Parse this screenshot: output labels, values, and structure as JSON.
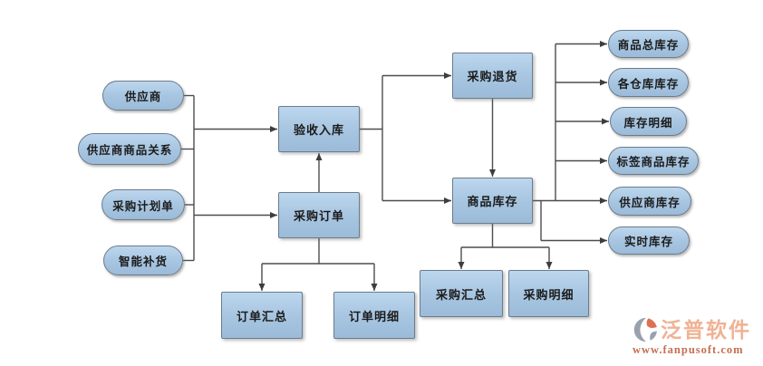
{
  "nodes": {
    "supplier": "供应商",
    "supplier_product_relation": "供应商商品关系",
    "purchase_plan": "采购计划单",
    "smart_replenishment": "智能补货",
    "acceptance_inbound": "验收入库",
    "purchase_order": "采购订单",
    "order_summary": "订单汇总",
    "order_detail": "订单明细",
    "purchase_return": "采购退货",
    "product_inventory": "商品库存",
    "purchase_summary": "采购汇总",
    "purchase_detail": "采购明细",
    "total_product_inventory": "商品总库存",
    "warehouse_inventory": "各仓库库存",
    "inventory_detail": "库存明细",
    "tagged_product_inventory": "标签商品库存",
    "supplier_inventory": "供应商库存",
    "realtime_inventory": "实时库存"
  },
  "logo": {
    "brand": "泛普软件",
    "url": "www.fanpusoft.com"
  },
  "colors": {
    "node_fill_top": "#bcd6ee",
    "node_fill_bottom": "#9bbbd9",
    "node_border": "#6c7c8b",
    "connector": "#4d4d4d",
    "logo_brand_text": "#f0b294",
    "logo_url_text": "#c46f50",
    "logo_icon_orange": "#dd7053",
    "logo_icon_gray": "#99a1ae"
  }
}
